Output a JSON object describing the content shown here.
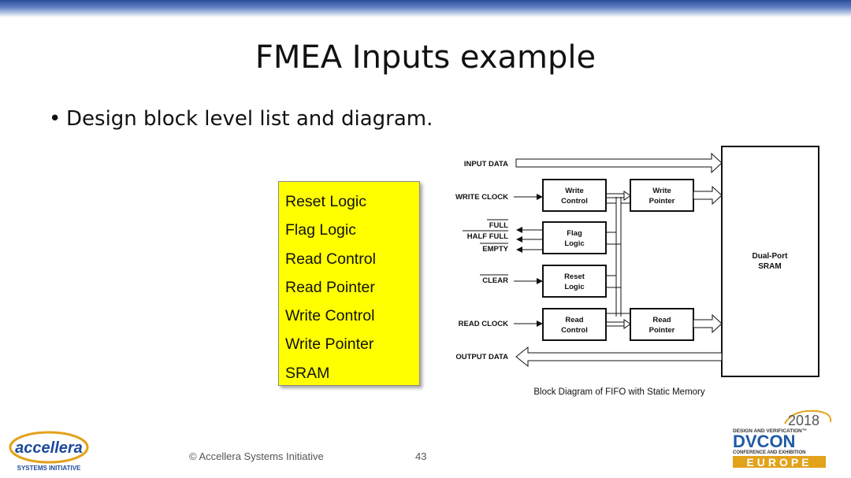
{
  "slide": {
    "title": "FMEA Inputs example",
    "bullet": "Design block level list and diagram."
  },
  "block_list": [
    "Reset Logic",
    "Flag Logic",
    "Read Control",
    "Read Pointer",
    "Write Control",
    "Write Pointer",
    "SRAM"
  ],
  "diagram": {
    "signals": {
      "input_data": "INPUT DATA",
      "write_clock": "WRITE CLOCK",
      "full": "FULL",
      "half_full": "HALF FULL",
      "empty": "EMPTY",
      "clear": "CLEAR",
      "read_clock": "READ CLOCK",
      "output_data": "OUTPUT DATA"
    },
    "blocks": {
      "write_control": [
        "Write",
        "Control"
      ],
      "write_pointer": [
        "Write",
        "Pointer"
      ],
      "flag_logic": [
        "Flag",
        "Logic"
      ],
      "reset_logic": [
        "Reset",
        "Logic"
      ],
      "read_control": [
        "Read",
        "Control"
      ],
      "read_pointer": [
        "Read",
        "Pointer"
      ],
      "sram": [
        "Dual-Port",
        "SRAM"
      ]
    },
    "caption": "Block Diagram of FIFO with Static Memory"
  },
  "footer": {
    "copyright": "© Accellera Systems Initiative",
    "page_number": "43"
  },
  "logos": {
    "accellera": {
      "name": "accellera",
      "sub": "SYSTEMS INITIATIVE"
    },
    "dvcon": {
      "year": "2018",
      "tag1": "DESIGN AND VERIFICATION™",
      "name": "DVCON",
      "tag2": "CONFERENCE AND EXHIBITION",
      "region": "EUROPE"
    }
  },
  "colors": {
    "yellow_box": "#ffff00",
    "header_blue": "#2b4e9c",
    "accellera_blue": "#1c4a9c",
    "dvcon_gold": "#e2a21a",
    "dvcon_blue": "#1f5aa6"
  }
}
